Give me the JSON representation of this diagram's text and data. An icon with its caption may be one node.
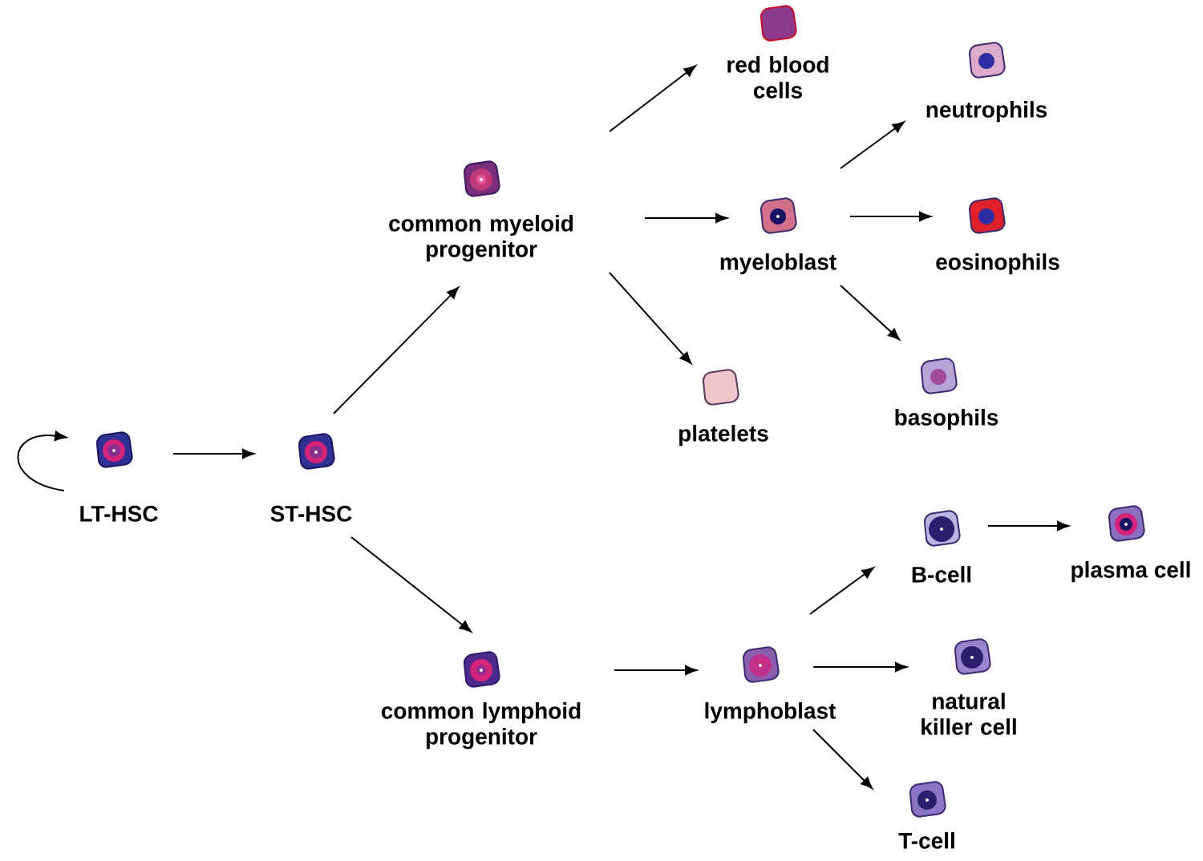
{
  "diagram": {
    "nodes": [
      {
        "text": [
          "LT-HSC"
        ]
      },
      {
        "text": [
          "ST-HSC"
        ]
      },
      {
        "text": [
          "common myeloid progenitor"
        ]
      },
      {
        "text": [
          "red blood cells"
        ]
      },
      {
        "text": [
          "myeloblast"
        ]
      },
      {
        "text": [
          "platelets"
        ]
      },
      {
        "text": [
          "neutrophils"
        ]
      },
      {
        "text": [
          "eosinophils"
        ]
      },
      {
        "text": [
          "basophils"
        ]
      },
      {
        "text": [
          "common lymphoid progenitor"
        ]
      },
      {
        "text": [
          "lymphoblast"
        ]
      },
      {
        "text": [
          "B-cell"
        ]
      },
      {
        "text": [
          "plasma cell"
        ]
      },
      {
        "text": [
          "natural killer cell"
        ]
      },
      {
        "text": [
          "T-cell"
        ]
      }
    ],
    "edges": [
      {
        "from": 0,
        "to": 0,
        "arrow": "to"
      },
      {
        "from": 0,
        "to": 1,
        "arrow": "to"
      },
      {
        "from": 1,
        "to": 2,
        "arrow": "to"
      },
      {
        "from": 1,
        "to": 9,
        "arrow": "to"
      },
      {
        "from": 2,
        "to": 3,
        "arrow": "to"
      },
      {
        "from": 2,
        "to": 4,
        "arrow": "to"
      },
      {
        "from": 2,
        "to": 5,
        "arrow": "to"
      },
      {
        "from": 4,
        "to": 6,
        "arrow": "to"
      },
      {
        "from": 4,
        "to": 7,
        "arrow": "to"
      },
      {
        "from": 4,
        "to": 8,
        "arrow": "to"
      },
      {
        "from": 9,
        "to": 10,
        "arrow": "to"
      },
      {
        "from": 10,
        "to": 11,
        "arrow": "to"
      },
      {
        "from": 11,
        "to": 12,
        "arrow": "to"
      },
      {
        "from": 10,
        "to": 13,
        "arrow": "to"
      },
      {
        "from": 10,
        "to": 14,
        "arrow": "to"
      }
    ]
  }
}
